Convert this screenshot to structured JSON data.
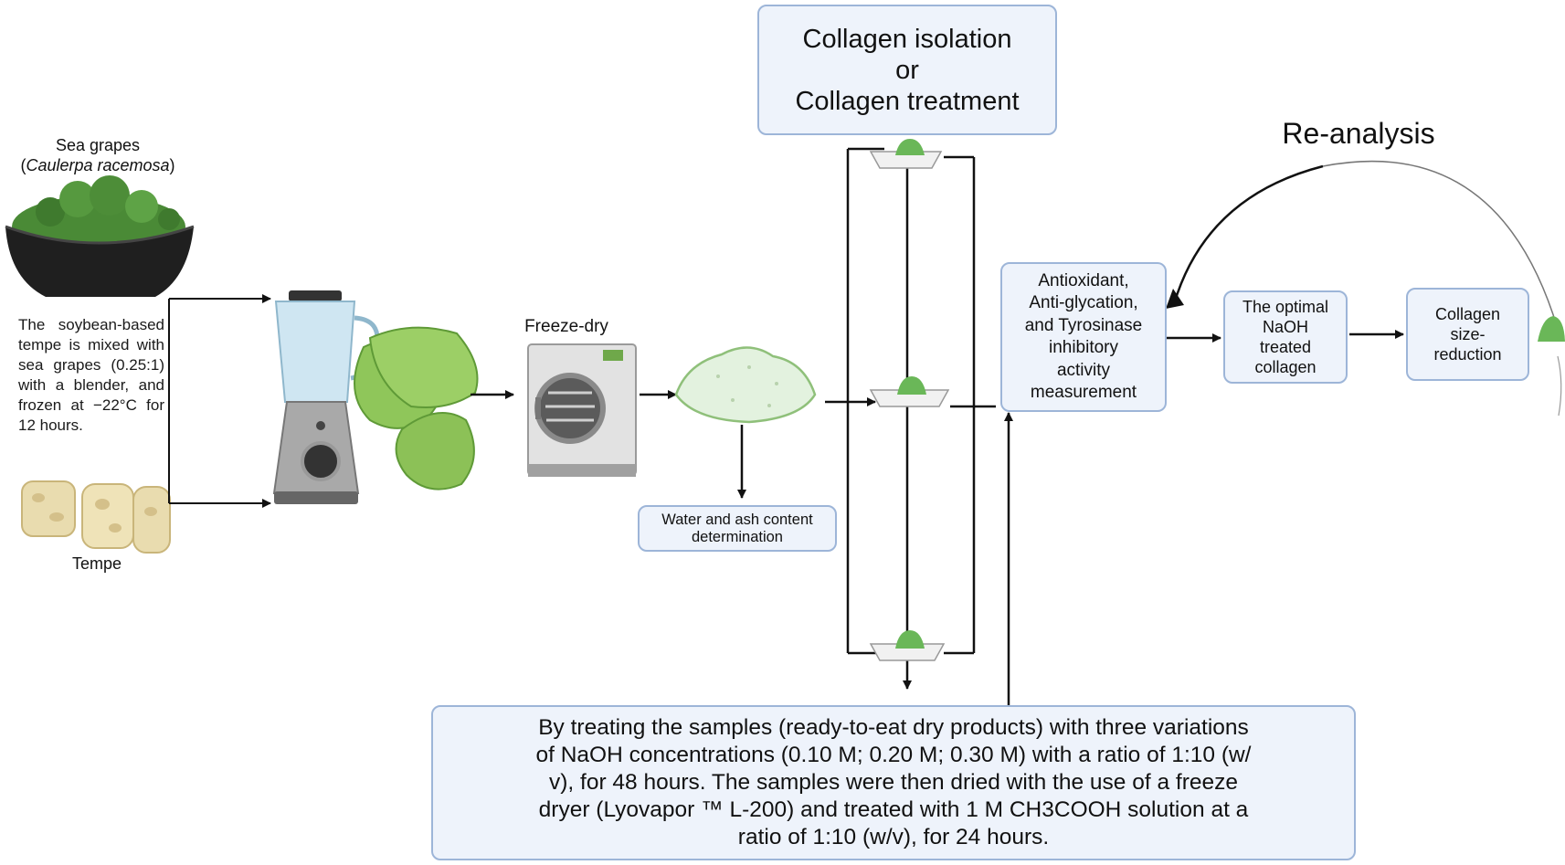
{
  "title_box": {
    "line1": "Collagen isolation",
    "line2": "or",
    "line3": "Collagen treatment"
  },
  "reanalysis_label": "Re-analysis",
  "sea_grapes": {
    "label": "Sea grapes",
    "latin": "Caulerpa racemosa"
  },
  "tempe_label": "Tempe",
  "process_description": "The soybean-based tempe is mixed with sea grapes (0.25:1) with a blender, and frozen at −22°C for 12 hours.",
  "freeze_dry_label": "Freeze-dry",
  "water_ash_box": {
    "line1": "Water and ash content",
    "line2": "determination"
  },
  "measurement_box": {
    "line1": "Antioxidant,",
    "line2": "Anti-glycation,",
    "line3": "and Tyrosinase",
    "line4": "inhibitory",
    "line5": "activity",
    "line6": "measurement"
  },
  "optimal_box": {
    "line1": "The optimal",
    "line2": "NaOH",
    "line3": "treated",
    "line4": "collagen"
  },
  "size_box": {
    "line1": "Collagen",
    "line2": "size-",
    "line3": "reduction"
  },
  "treatment_box": {
    "line1": "By treating the samples (ready-to-eat dry products) with three variations",
    "line2": "of NaOH concentrations (0.10 M; 0.20 M; 0.30 M) with a ratio of 1:10 (w/",
    "line3": "v), for 48 hours. The samples were then dried with the use of a freeze",
    "line4": "dryer (Lyovapor ™ L-200) and treated with 1 M CH3COOH solution at a",
    "line5": "ratio of 1:10 (w/v), for 24 hours."
  },
  "colors": {
    "box_fill": "#eef3fb",
    "box_border": "#9db5d8",
    "green": "#7cc06a",
    "arrow": "#111111"
  }
}
